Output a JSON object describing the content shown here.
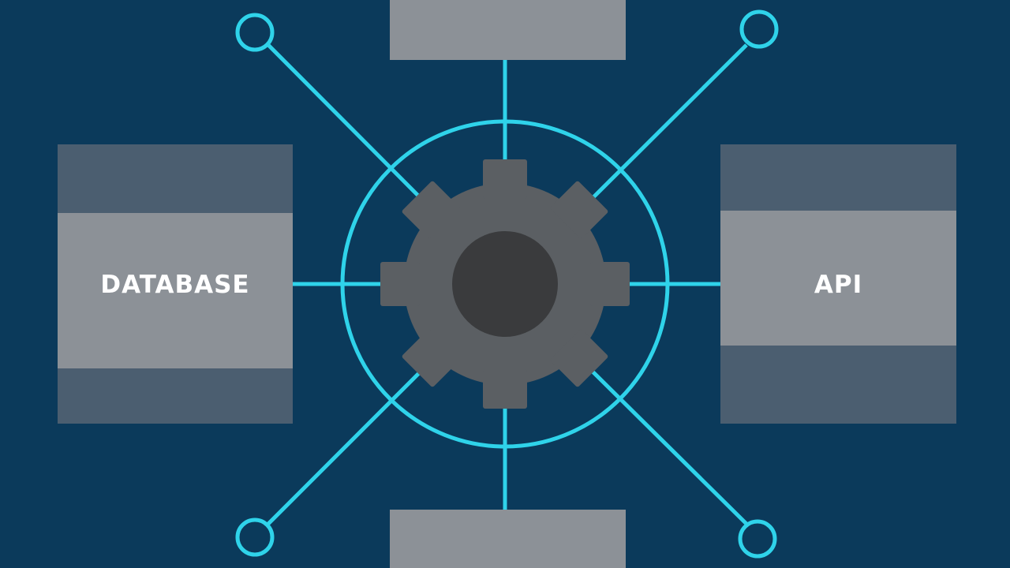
{
  "diagram": {
    "left_box": {
      "label": "DATABASE"
    },
    "right_box": {
      "label": "API"
    },
    "top_box": {
      "label": ""
    },
    "bottom_box": {
      "label": ""
    },
    "center": {
      "icon": "gear-icon"
    },
    "nodes": [
      "node-top-left",
      "node-top-right",
      "node-bottom-left",
      "node-bottom-right"
    ]
  },
  "colors": {
    "background": "#0b3a5b",
    "connector": "#2fd3ea",
    "box_light": "#8c9197",
    "box_dark": "#4b5e70",
    "gear": "#5b5f63",
    "gear_hub": "#3a3b3d",
    "label": "#ffffff"
  }
}
